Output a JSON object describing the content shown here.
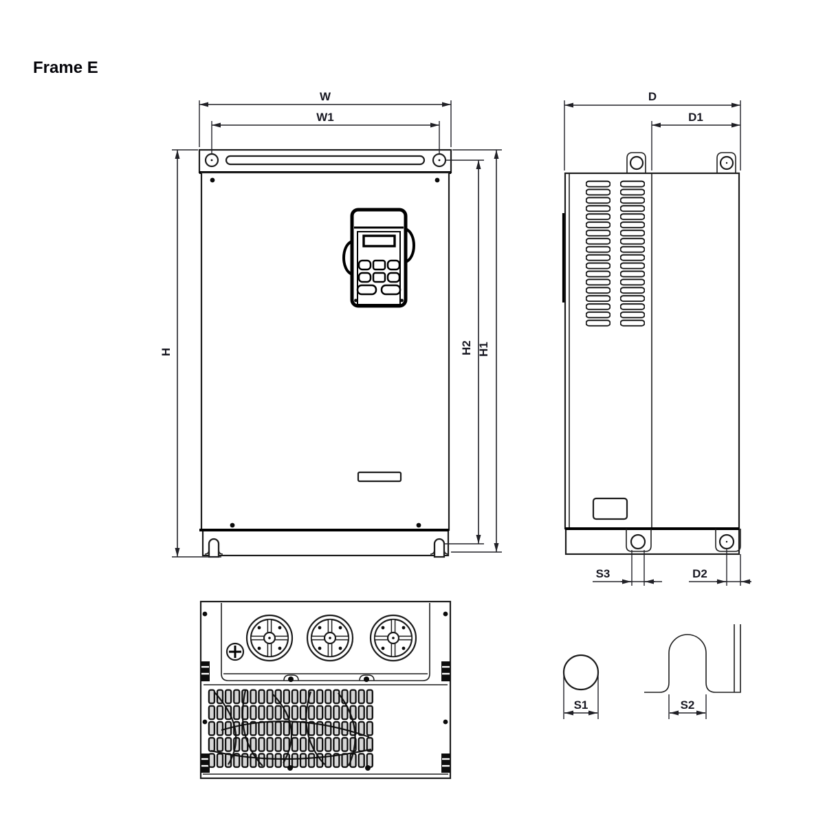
{
  "title": "Frame E",
  "diagram": {
    "front_view": {
      "label_w": "W",
      "label_w1": "W1",
      "label_h": "H",
      "label_h1": "H1",
      "label_h2": "H2"
    },
    "side_view": {
      "label_d": "D",
      "label_d1": "D1",
      "label_s3": "S3",
      "label_d2": "D2"
    },
    "details": {
      "label_s1": "S1",
      "label_s2": "S2"
    },
    "colors": {
      "line": "#1c1c1c",
      "label": "#181822",
      "background": "#ffffff"
    },
    "icons": [
      "keypad-icon",
      "cooling-fan-icon",
      "phillips-screw-icon",
      "louver-vent-icon",
      "mounting-hole-icon",
      "keyhole-slot-icon"
    ]
  }
}
